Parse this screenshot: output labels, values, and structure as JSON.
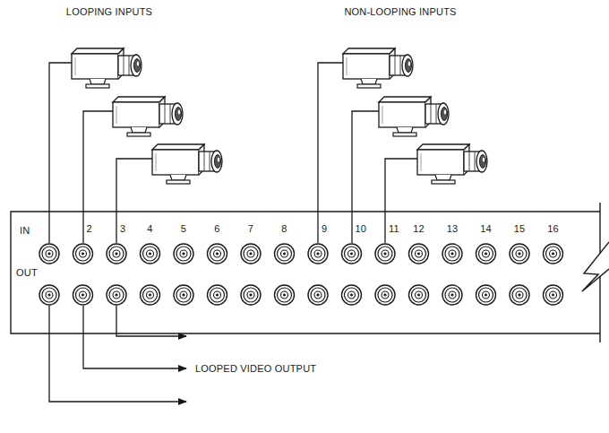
{
  "diagram": {
    "labels": [
      "LOOPING INPUTS",
      "NON-LOOPING INPUTS",
      "IN",
      "2",
      "3",
      "4",
      "5",
      "6",
      "7",
      "8",
      "9",
      "10",
      "11",
      "12",
      "13",
      "14",
      "15",
      "16",
      "OUT",
      "LOOPED VIDEO OUTPUT"
    ]
  }
}
